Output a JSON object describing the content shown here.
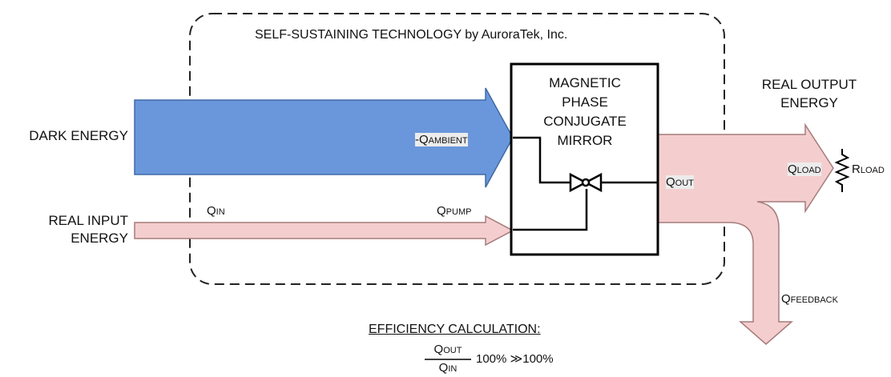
{
  "title": "SELF-SUSTAINING TECHNOLOGY by AuroraTek, Inc.",
  "colors": {
    "dark_energy_fill": "#6a97db",
    "dark_energy_stroke": "#3f6aa8",
    "real_energy_fill": "#f4cece",
    "real_energy_stroke": "#a67b7b",
    "line": "#000000"
  },
  "sources": {
    "dark_energy": "DARK ENERGY",
    "real_input_line1": "REAL INPUT",
    "real_input_line2": "ENERGY"
  },
  "mirror": {
    "line1": "MAGNETIC",
    "line2": "PHASE",
    "line3": "CONJUGATE",
    "line4": "MIRROR"
  },
  "output": {
    "line1": "REAL OUTPUT",
    "line2": "ENERGY"
  },
  "quantities": {
    "q_ambient": {
      "prefix": "-Q",
      "sub": "AMBIENT"
    },
    "q_in": {
      "prefix": "Q",
      "sub": "IN"
    },
    "q_pump": {
      "prefix": "Q",
      "sub": "PUMP"
    },
    "q_out": {
      "prefix": "Q",
      "sub": "OUT"
    },
    "q_load": {
      "prefix": "Q",
      "sub": "LOAD"
    },
    "r_load": {
      "prefix": "R",
      "sub": "LOAD"
    },
    "q_feedback": {
      "prefix": "Q",
      "sub": "FEEDBACK"
    }
  },
  "efficiency": {
    "heading": "EFFICIENCY CALCULATION:",
    "numerator": {
      "prefix": "Q",
      "sub": "OUT"
    },
    "denominator": {
      "prefix": "Q",
      "sub": "IN"
    },
    "result": "100% ≫100%"
  }
}
